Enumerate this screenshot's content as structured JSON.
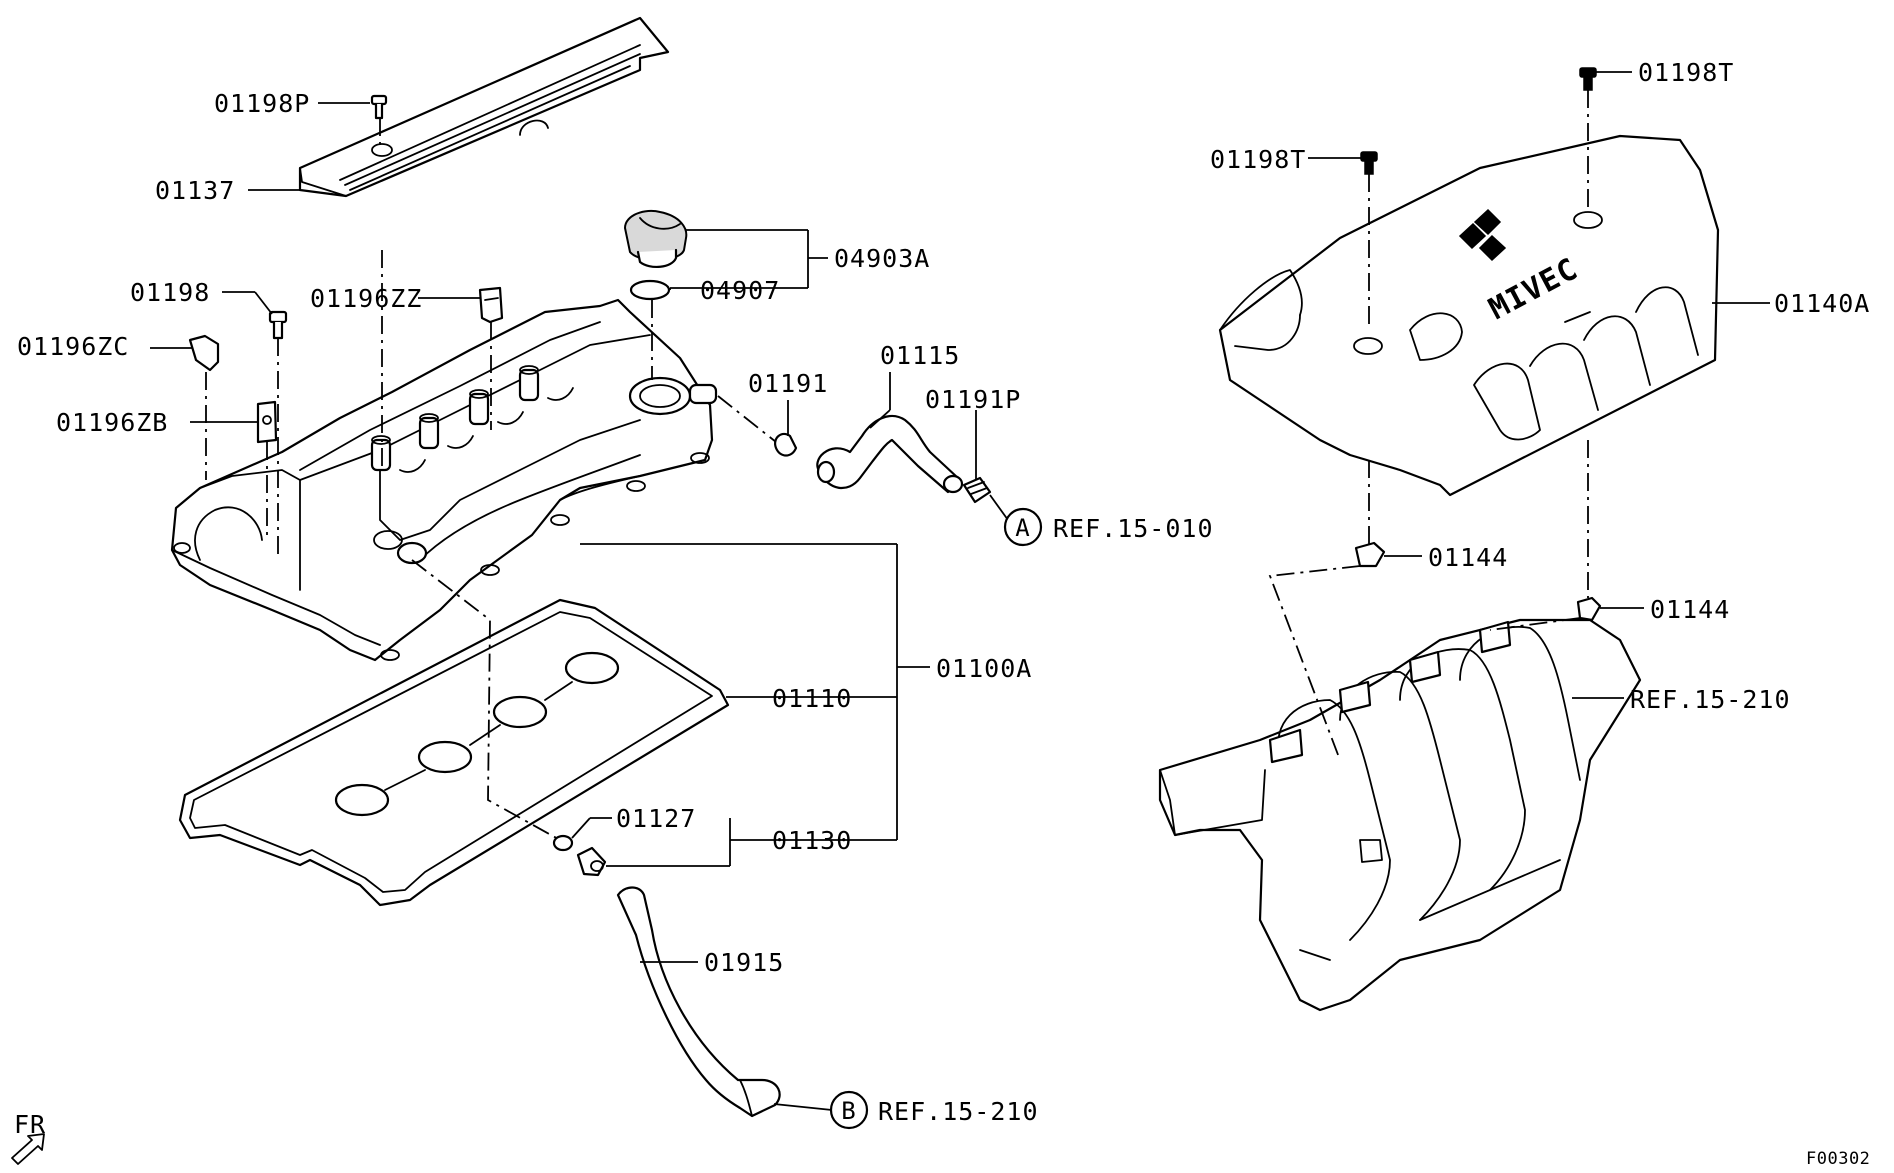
{
  "labels": {
    "p01198P": "01198P",
    "p01137": "01137",
    "p04903A": "04903A",
    "p04907": "04907",
    "p01198": "01198",
    "p01196ZZ": "01196ZZ",
    "p01196ZC": "01196ZC",
    "p01196ZB": "01196ZB",
    "p01191": "01191",
    "p01115": "01115",
    "p01191P": "01191P",
    "ref_a": "REF.15-010",
    "p01110": "01110",
    "p01100A": "01100A",
    "p01127": "01127",
    "p01130": "01130",
    "p01915": "01915",
    "ref_b": "REF.15-210",
    "p01198T_left": "01198T",
    "p01198T_right": "01198T",
    "p01140A": "01140A",
    "p01144_upper": "01144",
    "p01144_lower": "01144",
    "ref_manifold": "REF.15-210"
  },
  "callouts": {
    "a": "A",
    "b": "B"
  },
  "cover_logo_text": "MIVEC",
  "front_indicator": "FR",
  "figure_code": "F00302"
}
